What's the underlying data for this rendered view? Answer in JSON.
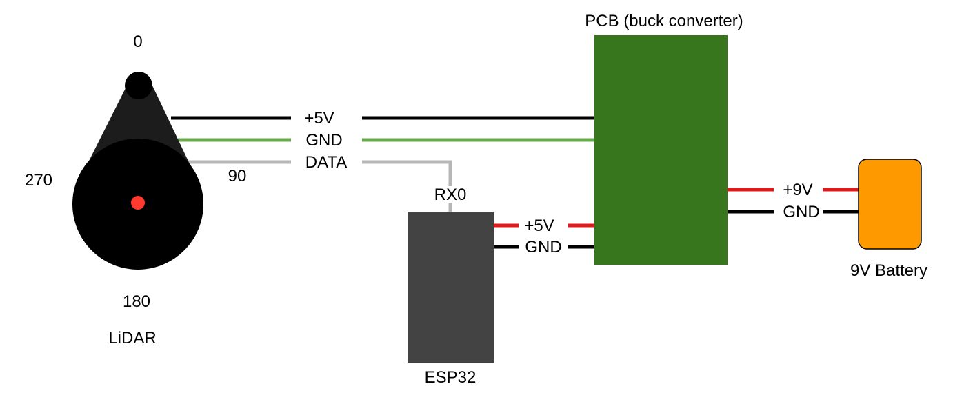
{
  "lidar": {
    "label": "LiDAR",
    "angles": {
      "top": "0",
      "right": "90",
      "bottom": "180",
      "left": "270"
    }
  },
  "pcb": {
    "label": "PCB (buck converter)"
  },
  "esp32": {
    "label": "ESP32",
    "pin_label": "RX0"
  },
  "battery": {
    "label": "9V Battery"
  },
  "wires": {
    "lidar_power": "+5V",
    "lidar_ground": "GND",
    "lidar_data": "DATA",
    "esp_power": "+5V",
    "esp_ground": "GND",
    "battery_power": "+9V",
    "battery_ground": "GND"
  },
  "colors": {
    "power_wire": "#e41a1a",
    "ground_wire": "#000000",
    "lidar_ground_wire": "#6aa84f",
    "data_wire": "#b7b7b7",
    "pcb": "#38761d",
    "esp32": "#434343",
    "battery": "#ff9900",
    "lidar_body": "#000000",
    "lidar_center": "#ff3b30"
  }
}
